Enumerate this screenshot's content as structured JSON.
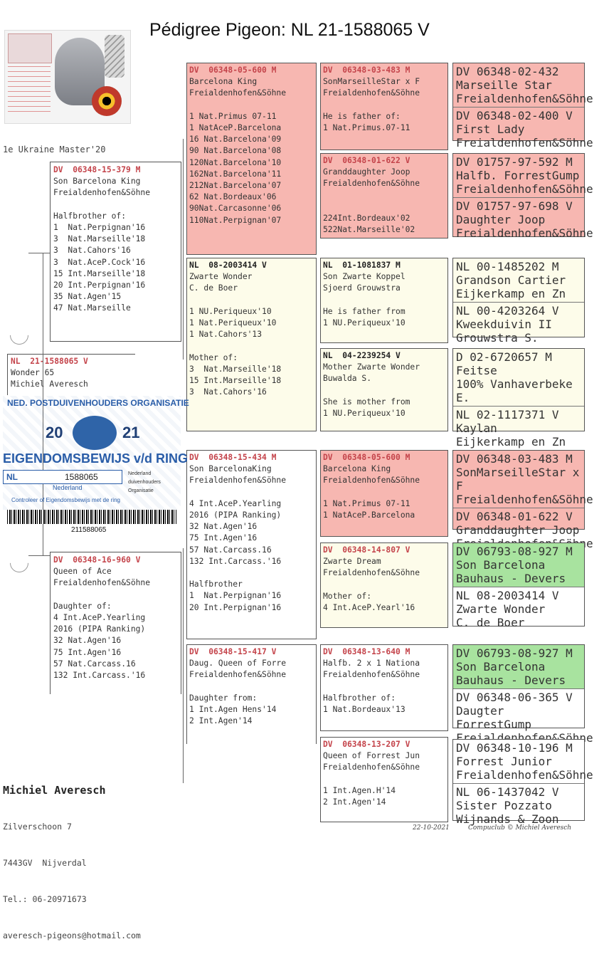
{
  "title": "Pédigree Pigeon: NL  21-1588065 V",
  "tagline": "1e Ukraine Master'20",
  "subject": {
    "ring": "NL  21-1588065 V",
    "name": "Wonder 65",
    "owner": "Michiel Averesch"
  },
  "sire": {
    "ring": "DV  06348-15-379 M",
    "lines": [
      "Son Barcelona King",
      "Freialdenhofen&Söhne",
      "",
      "Halfbrother of:",
      "1  Nat.Perpignan'16",
      "3  Nat.Marseille'18",
      "3  Nat.Cahors'16",
      "3  Nat.AceP.Cock'16",
      "15 Int.Marseille'18",
      "20 Int.Perpignan'16",
      "35 Nat.Agen'15",
      "47 Nat.Marseille"
    ]
  },
  "dam": {
    "ring": "DV  06348-16-960 V",
    "lines": [
      "Queen of Ace",
      "Freialdenhofen&Söhne",
      "",
      "Daughter of:",
      "4 Int.AceP.Yearling",
      "2016 (PIPA Ranking)",
      "32 Nat.Agen'16",
      "75 Int.Agen'16",
      "57 Nat.Carcass.16",
      "132 Int.Carcass.'16"
    ]
  },
  "gen2": [
    {
      "ring": "DV  06348-05-600 M",
      "lines": [
        "Barcelona King",
        "Freialdenhofen&Söhne",
        "",
        "1 Nat.Primus 07-11",
        "1 NatAceP.Barcelona",
        "16 Nat.Barcelona'09",
        "90 Nat.Barcelona'08",
        "120Nat.Barcelona'10",
        "162Nat.Barcelona'11",
        "212Nat.Barcelona'07",
        "62 Nat.Bordeaux'06",
        "90Nat.Carcasonne'06",
        "110Nat.Perpignan'07"
      ]
    },
    {
      "ring": "NL  08-2003414 V",
      "lines": [
        "Zwarte Wonder",
        "C. de Boer",
        "",
        "1 NU.Periqueux'10",
        "1 Nat.Periqueux'10",
        "1 Nat.Cahors'13",
        "",
        "Mother of:",
        "3  Nat.Marseille'18",
        "15 Int.Marseille'18",
        "3  Nat.Cahors'16"
      ]
    },
    {
      "ring": "DV  06348-15-434 M",
      "lines": [
        "Son BarcelonaKing",
        "Freialdenhofen&Söhne",
        "",
        "4 Int.AceP.Yearling",
        "2016 (PIPA Ranking)",
        "32 Nat.Agen'16",
        "75 Int.Agen'16",
        "57 Nat.Carcass.16",
        "132 Int.Carcass.'16",
        "",
        "Halfbrother",
        "1  Nat.Perpignan'16",
        "20 Int.Perpignan'16"
      ]
    },
    {
      "ring": "DV  06348-15-417 V",
      "lines": [
        "Daug. Queen of Forre",
        "Freialdenhofen&Söhne",
        "",
        "Daughter from:",
        "1 Int.Agen Hens'14",
        "2 Int.Agen'14"
      ]
    }
  ],
  "gen3": [
    {
      "ring": "DV  06348-03-483 M",
      "lines": [
        "SonMarseilleStar x F",
        "Freialdenhofen&Söhne",
        "",
        "He is father of:",
        "1 Nat.Primus.07-11"
      ]
    },
    {
      "ring": "DV  06348-01-622 V",
      "lines": [
        "Granddaughter Joop",
        "Freialdenhofen&Söhne",
        "",
        "",
        "224Int.Bordeaux'02",
        "522Nat.Marseille'02"
      ]
    },
    {
      "ring": "NL  01-1081837 M",
      "lines": [
        "Son Zwarte Koppel",
        "Sjoerd Grouwstra",
        "",
        "He is father from",
        "1 NU.Periqueux'10"
      ]
    },
    {
      "ring": "NL  04-2239254 V",
      "lines": [
        "Mother Zwarte Wonder",
        "Buwalda S.",
        "",
        "She is mother from",
        "1 NU.Periqueux'10"
      ]
    },
    {
      "ring": "DV  06348-05-600 M",
      "lines": [
        "Barcelona King",
        "Freialdenhofen&Söhne",
        "",
        "1 Nat.Primus 07-11",
        "1 NatAceP.Barcelona"
      ]
    },
    {
      "ring": "DV  06348-14-807 V",
      "lines": [
        "Zwarte Dream",
        "Freialdenhofen&Söhne",
        "",
        "Mother of:",
        "4 Int.AceP.Yearl'16"
      ]
    },
    {
      "ring": "DV  06348-13-640 M",
      "lines": [
        "Halfb. 2 x 1 Nationa",
        "Freialdenhofen&Söhne",
        "",
        "Halfbrother of:",
        "1 Nat.Bordeaux'13"
      ]
    },
    {
      "ring": "DV  06348-13-207 V",
      "lines": [
        "Queen of Forrest Jun",
        "Freialdenhofen&Söhne",
        "",
        "1 Int.Agen.H'14",
        "2 Int.Agen'14"
      ]
    }
  ],
  "gen4": [
    {
      "ring": "DV  06348-02-432",
      "lines": [
        "Marseille Star",
        "Freialdenhofen&Söhne"
      ]
    },
    {
      "ring": "DV  06348-02-400 V",
      "lines": [
        "First Lady",
        "Freialdenhofen&Söhne"
      ]
    },
    {
      "ring": "DV  01757-97-592 M",
      "lines": [
        "Halfb. ForrestGump",
        "Freialdenhofen&Söhne"
      ]
    },
    {
      "ring": "DV  01757-97-698 V",
      "lines": [
        "Daughter Joop",
        "Freialdenhofen&Söhne"
      ]
    },
    {
      "ring": "NL  00-1485202 M",
      "lines": [
        "Grandson Cartier",
        "Eijkerkamp en Zn"
      ]
    },
    {
      "ring": "NL  00-4203264 V",
      "lines": [
        "Kweekduivin II",
        "Grouwstra S."
      ]
    },
    {
      "ring": "D    02-6720657 M",
      "lines": [
        "Feitse",
        "100% Vanhaverbeke E."
      ]
    },
    {
      "ring": "NL  02-1117371 V",
      "lines": [
        "Kaylan",
        "Eijkerkamp en Zn"
      ]
    },
    {
      "ring": "DV  06348-03-483 M",
      "lines": [
        "SonMarseilleStar x F",
        "Freialdenhofen&Söhne"
      ]
    },
    {
      "ring": "DV  06348-01-622 V",
      "lines": [
        "Granddaughter Joop",
        "Freialdenhofen&Söhne"
      ]
    },
    {
      "ring": "DV  06793-08-927 M",
      "lines": [
        "Son Barcelona",
        "Bauhaus - Devers"
      ]
    },
    {
      "ring": "NL  08-2003414 V",
      "lines": [
        "Zwarte Wonder",
        "C. de Boer"
      ]
    },
    {
      "ring": "DV  06793-08-927 M",
      "lines": [
        "Son Barcelona",
        "Bauhaus - Devers"
      ]
    },
    {
      "ring": "DV  06348-06-365 V",
      "lines": [
        "Daugter ForrestGump",
        "Freialdenhofen&Söhne"
      ]
    },
    {
      "ring": "DV  06348-10-196 M",
      "lines": [
        "Forrest Junior",
        "Freialdenhofen&Söhne"
      ]
    },
    {
      "ring": "NL  06-1437042 V",
      "lines": [
        "Sister Pozzato",
        "Wijnands & Zoon"
      ]
    }
  ],
  "card": {
    "org": "NED. POSTDUIVENHOUDERS ORGANISATIE",
    "year_left": "20",
    "year_right": "21",
    "title": "EIGENDOMSBEWIJS v/d RING",
    "country": "NL",
    "ring_number": "1588065",
    "region": "Nederland",
    "control": "Controleer of Eigendomsbewijs met de ring",
    "side1": "Nederland",
    "side2": "duivenhouders",
    "side3": "Organisatie",
    "barcode_number": "211588065"
  },
  "owner_block": {
    "name": "Michiel Averesch",
    "address1": "Zilverschoon 7",
    "address2": "7443GV  Nijverdal",
    "phone": "Tel.: 06-20971673",
    "email": "averesch-pigeons@hotmail.com"
  },
  "footer": {
    "date": "22-10-2021",
    "credit": "Compuclub © Michiel Averesch"
  }
}
